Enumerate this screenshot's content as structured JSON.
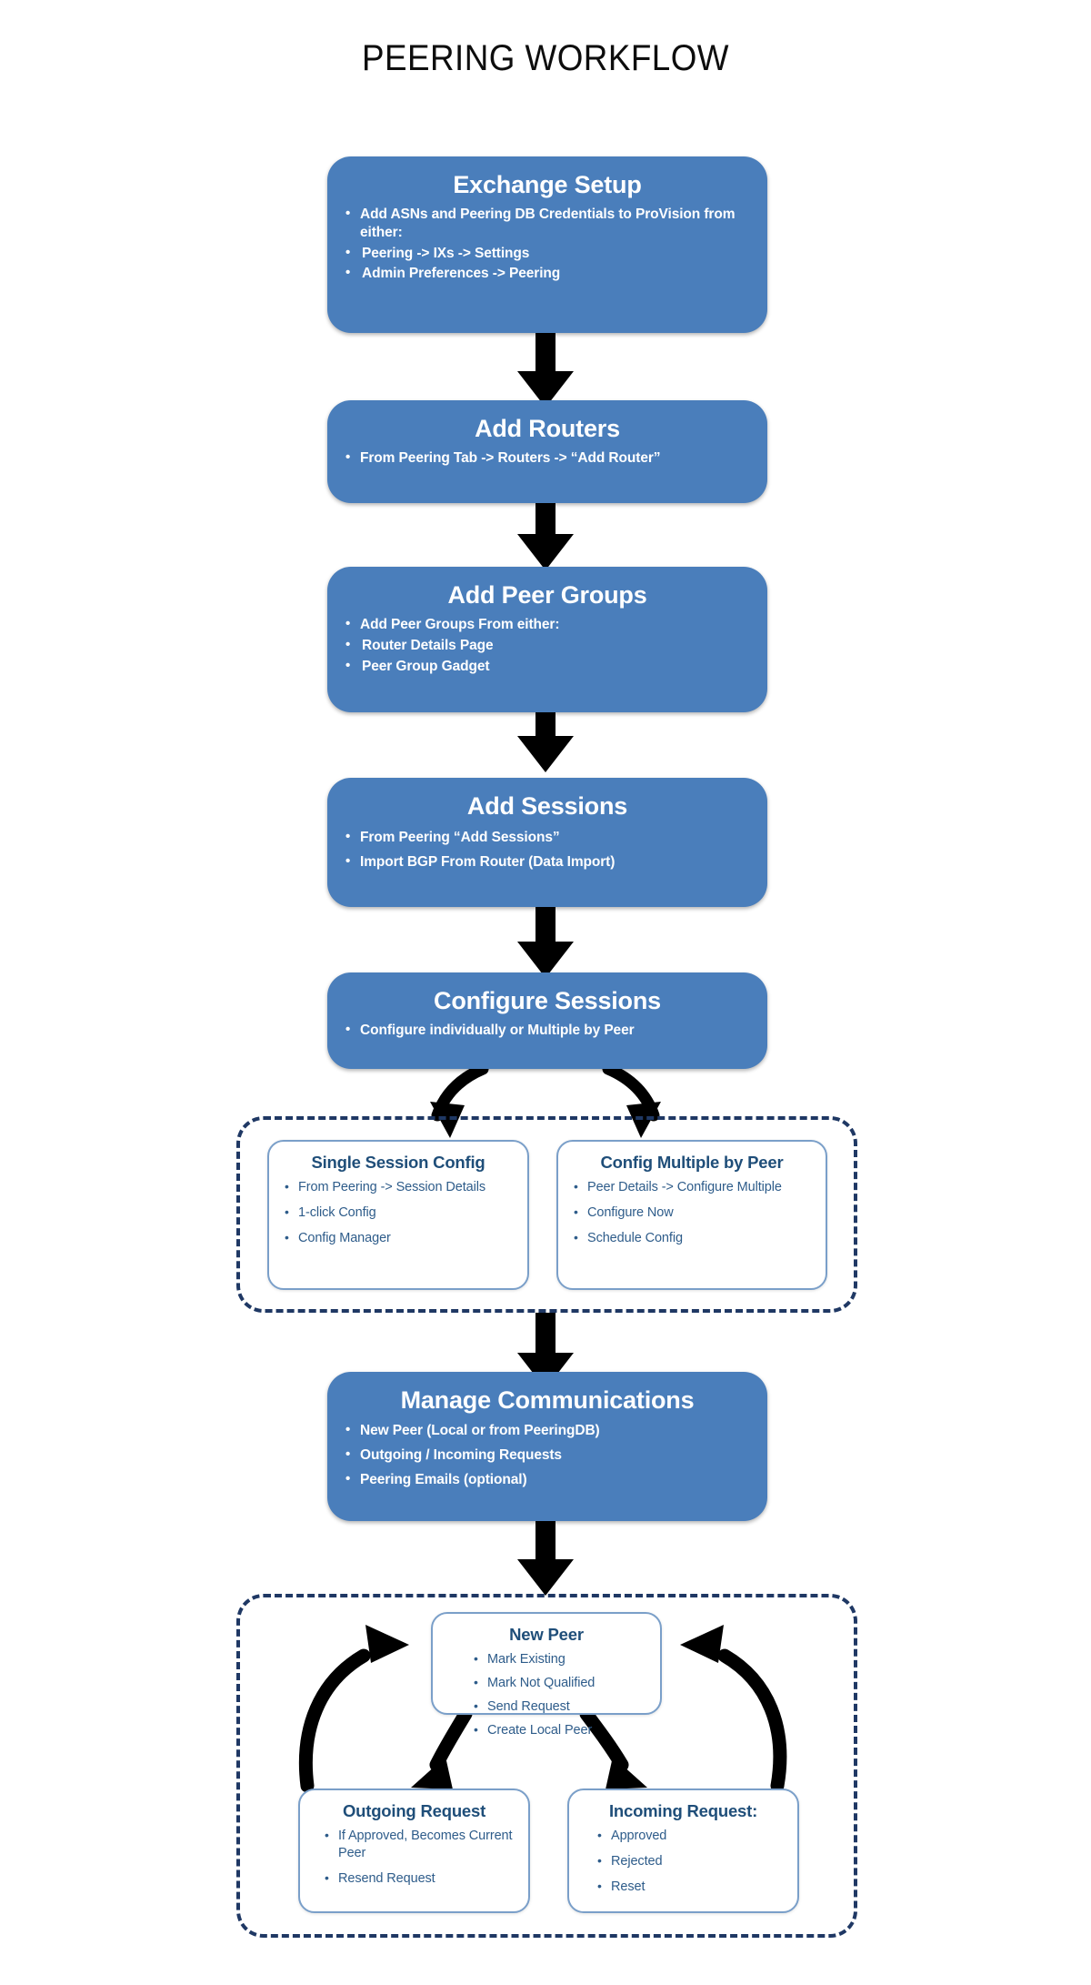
{
  "title": "PEERING WORKFLOW",
  "stages": [
    {
      "id": "exchange-setup",
      "title": "Exchange Setup",
      "bullets": [
        "Add ASNs and Peering DB Credentials to ProVision from either:"
      ],
      "sub_bullets": [
        "Peering -> IXs -> Settings",
        "Admin Preferences -> Peering"
      ]
    },
    {
      "id": "add-routers",
      "title": "Add Routers",
      "bullets": [
        "From Peering Tab -> Routers -> “Add Router”"
      ],
      "sub_bullets": []
    },
    {
      "id": "add-peer-groups",
      "title": "Add Peer Groups",
      "bullets": [
        "Add Peer Groups From either:"
      ],
      "sub_bullets": [
        "Router Details Page",
        "Peer Group Gadget"
      ]
    },
    {
      "id": "add-sessions",
      "title": "Add Sessions",
      "bullets": [
        "From  Peering “Add Sessions”",
        "Import BGP From Router (Data Import)"
      ],
      "sub_bullets": []
    },
    {
      "id": "configure-sessions",
      "title": "Configure Sessions",
      "bullets": [
        "Configure individually or Multiple by Peer"
      ],
      "sub_bullets": []
    },
    {
      "id": "manage-communications",
      "title": "Manage Communications",
      "bullets": [
        "New Peer (Local or from PeeringDB)",
        "Outgoing / Incoming Requests",
        "Peering Emails (optional)"
      ],
      "sub_bullets": []
    }
  ],
  "config_group": {
    "boxes": [
      {
        "id": "single-session-config",
        "title": "Single Session Config",
        "bullets": [
          "From Peering -> Session Details",
          "1-click Config",
          "Config Manager"
        ]
      },
      {
        "id": "config-multiple-by-peer",
        "title": "Config Multiple by Peer",
        "bullets": [
          "Peer Details -> Configure Multiple",
          "Configure Now",
          "Schedule Config"
        ]
      }
    ]
  },
  "peer_group": {
    "boxes": [
      {
        "id": "new-peer",
        "title": "New Peer",
        "bullets": [
          "Mark Existing",
          "Mark Not Qualified",
          "Send Request",
          "Create Local Peer"
        ]
      },
      {
        "id": "outgoing-request",
        "title": "Outgoing Request",
        "bullets": [
          "If Approved, Becomes Current Peer",
          "Resend Request"
        ]
      },
      {
        "id": "incoming-request",
        "title": "Incoming Request:",
        "bullets": [
          "Approved",
          "Rejected",
          "Reset"
        ]
      }
    ]
  },
  "colors": {
    "stage_fill": "#4a7ebb",
    "stage_text": "#ffffff",
    "outline_box_border": "#7a9fc9",
    "outline_box_text": "#2e5c8a",
    "outline_box_title": "#1f4e79",
    "dashed_border": "#1f3864",
    "arrow": "#000000",
    "title_text": "#0d0d0d",
    "background": "#ffffff"
  }
}
